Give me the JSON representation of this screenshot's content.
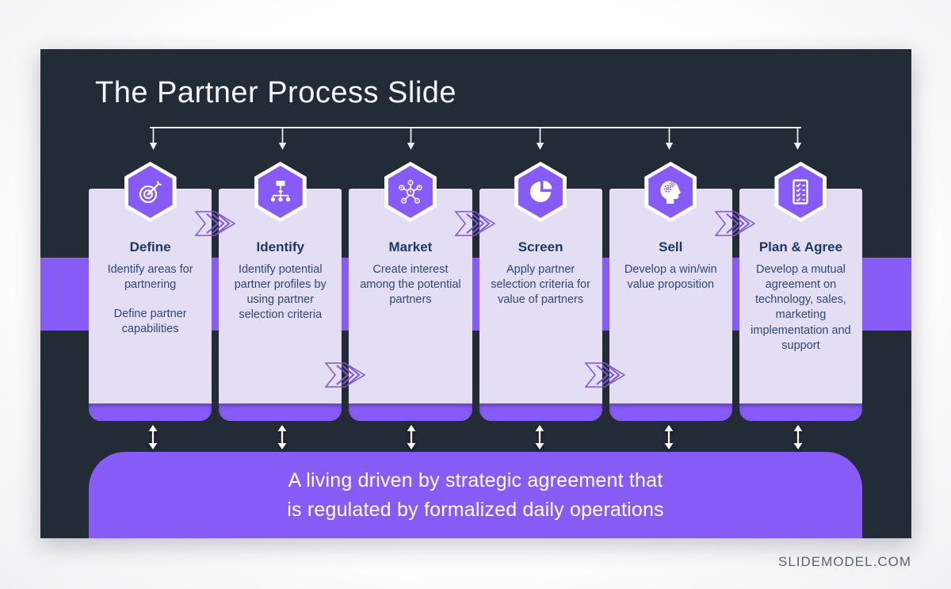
{
  "slide": {
    "title": "The Partner Process Slide",
    "steps": [
      {
        "title": "Define",
        "icon": "target-icon",
        "paragraphs": [
          "Identify areas for partnering",
          "Define partner capabilities"
        ]
      },
      {
        "title": "Identify",
        "icon": "org-chart-icon",
        "paragraphs": [
          "Identify potential partner profiles by using partner selection criteria"
        ]
      },
      {
        "title": "Market",
        "icon": "network-icon",
        "paragraphs": [
          "Create interest among the potential partners"
        ]
      },
      {
        "title": "Screen",
        "icon": "pie-chart-icon",
        "paragraphs": [
          "Apply partner selection criteria for value of partners"
        ]
      },
      {
        "title": "Sell",
        "icon": "head-gears-icon",
        "paragraphs": [
          "Develop a win/win value proposition"
        ]
      },
      {
        "title": "Plan & Agree",
        "icon": "checklist-icon",
        "paragraphs": [
          "Develop a mutual agreement on technology, sales, marketing implementation and support"
        ]
      }
    ],
    "summary": {
      "line1": "A living driven by strategic agreement that",
      "line2": "is regulated by formalized daily operations"
    },
    "watermark": "SLIDEMODEL.COM",
    "decorations": {
      "top_arrow_icon": "down-arrow-icon",
      "between_cards_icon": "chevron-flow-icon",
      "below_cards_icon": "double-arrow-icon"
    },
    "colors": {
      "background": "#232b37",
      "accent_purple": "#875bf5",
      "card_background": "#e4def5",
      "step_title": "#1f3966",
      "step_text": "#2e4875",
      "title_text": "#f5f7fa",
      "watermark_text": "#59636f"
    }
  }
}
